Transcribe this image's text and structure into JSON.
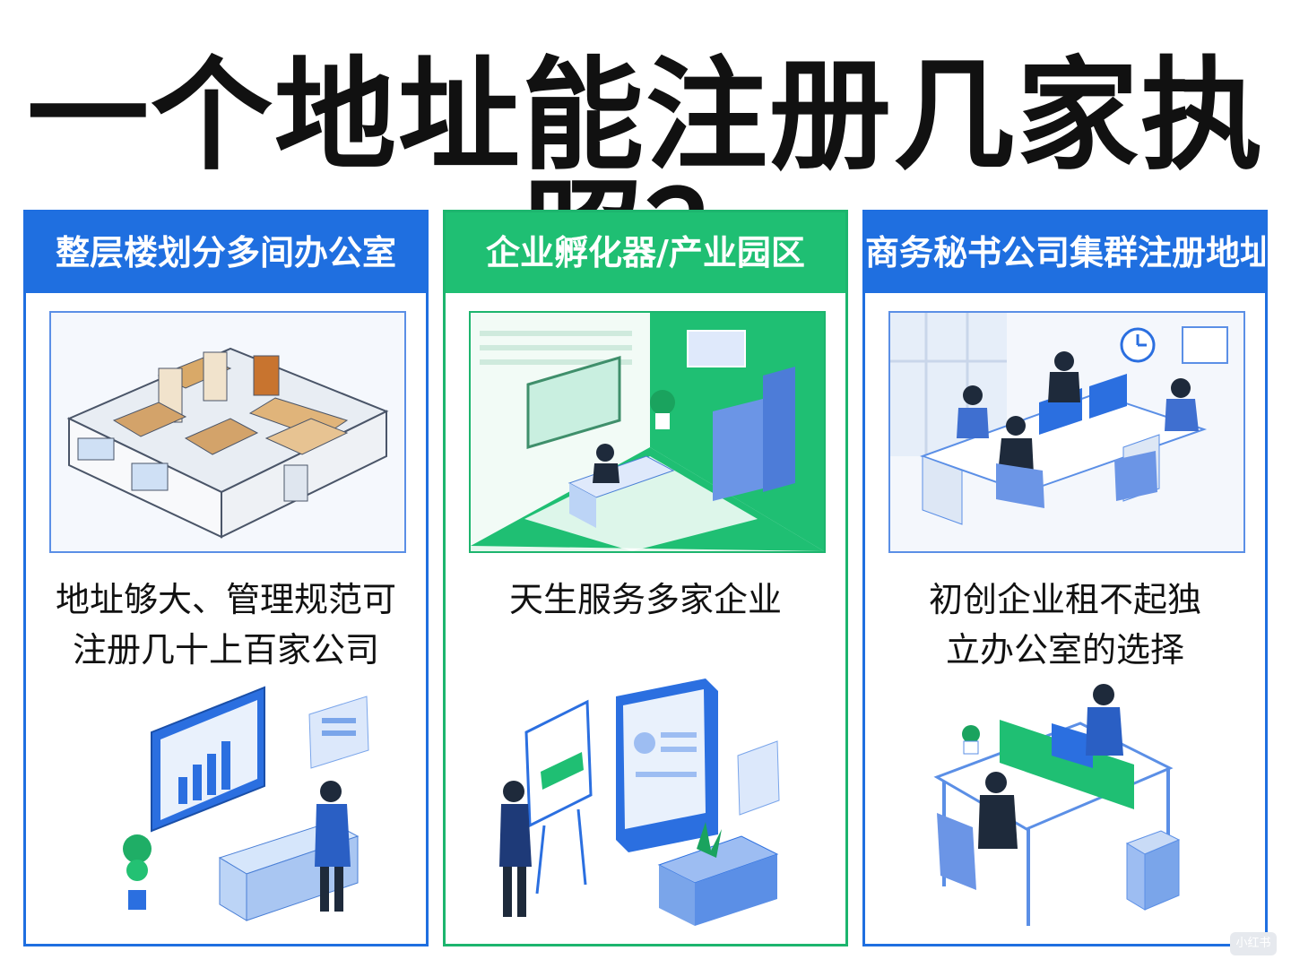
{
  "title": "一个地址能注册几家执照？",
  "colors": {
    "blue": "#1f6fe0",
    "green": "#1fbf73",
    "text": "#111111"
  },
  "cards": [
    {
      "heading": "整层楼划分多间办公室",
      "line1": "地址够大、管理规范可",
      "line2": "注册几十上百家公司",
      "theme": "blue"
    },
    {
      "heading": "企业孵化器/产业园区",
      "line1": "天生服务多家企业",
      "line2": "",
      "theme": "green"
    },
    {
      "heading": "商务秘书公司集群注册地址",
      "line1": "初创企业租不起独",
      "line2": "立办公室的选择",
      "theme": "blue"
    }
  ],
  "watermark": "小红书"
}
